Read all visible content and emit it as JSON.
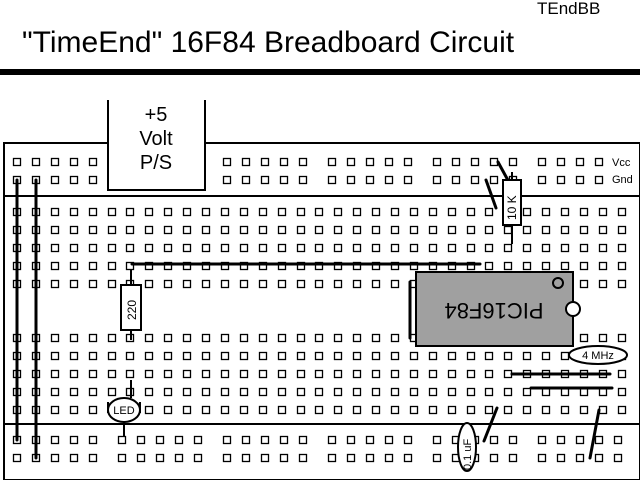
{
  "header": {
    "code": "TEndBB",
    "title": "\"TimeEnd\" 16F84 Breadboard Circuit"
  },
  "power_supply": {
    "line1": "+5",
    "line2": "Volt",
    "line3": "P/S"
  },
  "rails": {
    "vcc": "Vcc",
    "gnd": "Gnd"
  },
  "components": {
    "chip": "PIC16F84",
    "resistor_pullup": "10 K",
    "resistor_led": "220",
    "led": "LED",
    "crystal": "4 MHz",
    "capacitor": "0.1 uF"
  },
  "colors": {
    "ink": "#000000",
    "board": "#ffffff",
    "chip_fill": "#a0a0a0",
    "resistor_fill": "#ffffff"
  }
}
